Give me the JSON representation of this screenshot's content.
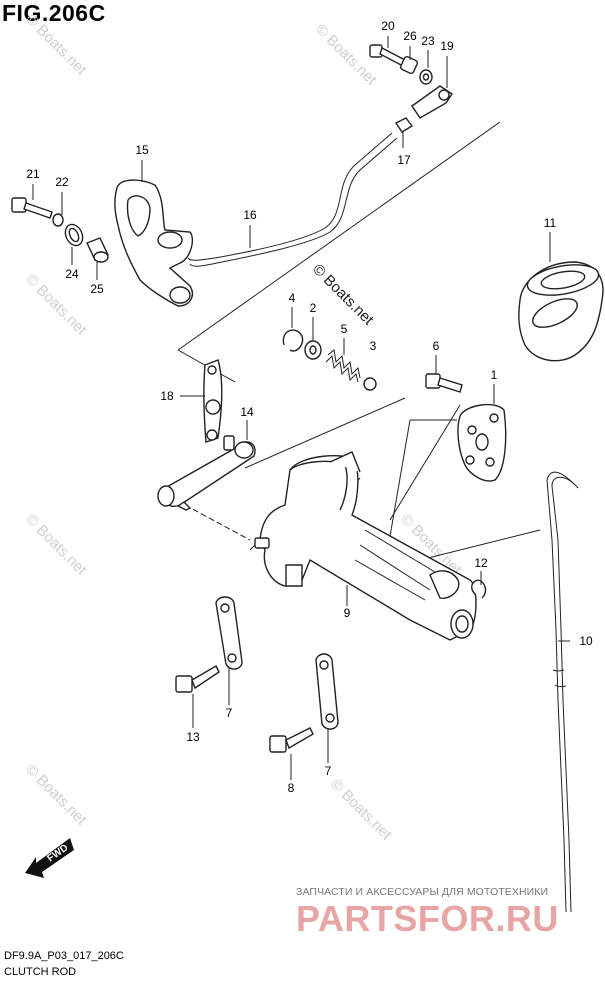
{
  "figure": {
    "title": "FIG.206C",
    "code": "DF9.9A_P03_017_206C",
    "caption": "CLUTCH ROD"
  },
  "watermarks": {
    "boats": "© Boats.net",
    "banner_ru": "ЗАПЧАСТИ И АКСЕССУАРЫ ДЛЯ МОТОТЕХНИКИ",
    "banner_site": "PARTSFOR.RU"
  },
  "direction_arrow": "FWD",
  "callouts": [
    {
      "id": "20",
      "label": "20"
    },
    {
      "id": "26",
      "label": "26"
    },
    {
      "id": "23",
      "label": "23"
    },
    {
      "id": "19",
      "label": "19"
    },
    {
      "id": "17",
      "label": "17"
    },
    {
      "id": "15",
      "label": "15"
    },
    {
      "id": "21",
      "label": "21"
    },
    {
      "id": "22",
      "label": "22"
    },
    {
      "id": "24",
      "label": "24"
    },
    {
      "id": "25",
      "label": "25"
    },
    {
      "id": "16",
      "label": "16"
    },
    {
      "id": "11",
      "label": "11"
    },
    {
      "id": "4",
      "label": "4"
    },
    {
      "id": "2",
      "label": "2"
    },
    {
      "id": "5",
      "label": "5"
    },
    {
      "id": "3",
      "label": "3"
    },
    {
      "id": "6",
      "label": "6"
    },
    {
      "id": "1",
      "label": "1"
    },
    {
      "id": "18",
      "label": "18"
    },
    {
      "id": "14",
      "label": "14"
    },
    {
      "id": "12",
      "label": "12"
    },
    {
      "id": "9",
      "label": "9"
    },
    {
      "id": "10",
      "label": "10"
    },
    {
      "id": "7a",
      "label": "7"
    },
    {
      "id": "13",
      "label": "13"
    },
    {
      "id": "7b",
      "label": "7"
    },
    {
      "id": "8",
      "label": "8"
    }
  ],
  "colors": {
    "line": "#222222",
    "watermark": "#cfcfcf",
    "banner": "#e8a5a5"
  }
}
